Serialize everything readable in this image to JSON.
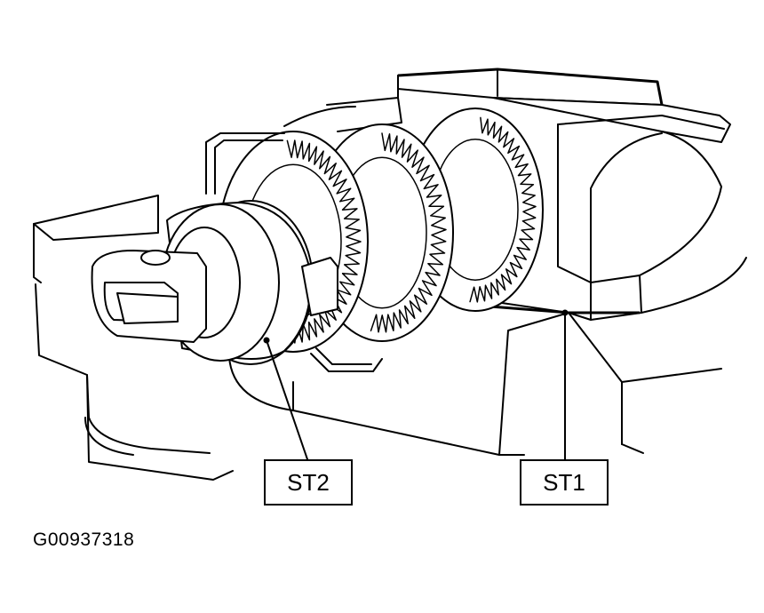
{
  "figure": {
    "id": "G00937318",
    "callouts": [
      {
        "key": "st2",
        "label": "ST2"
      },
      {
        "key": "st1",
        "label": "ST1"
      }
    ]
  },
  "colors": {
    "line": "#000000",
    "background": "#ffffff"
  }
}
